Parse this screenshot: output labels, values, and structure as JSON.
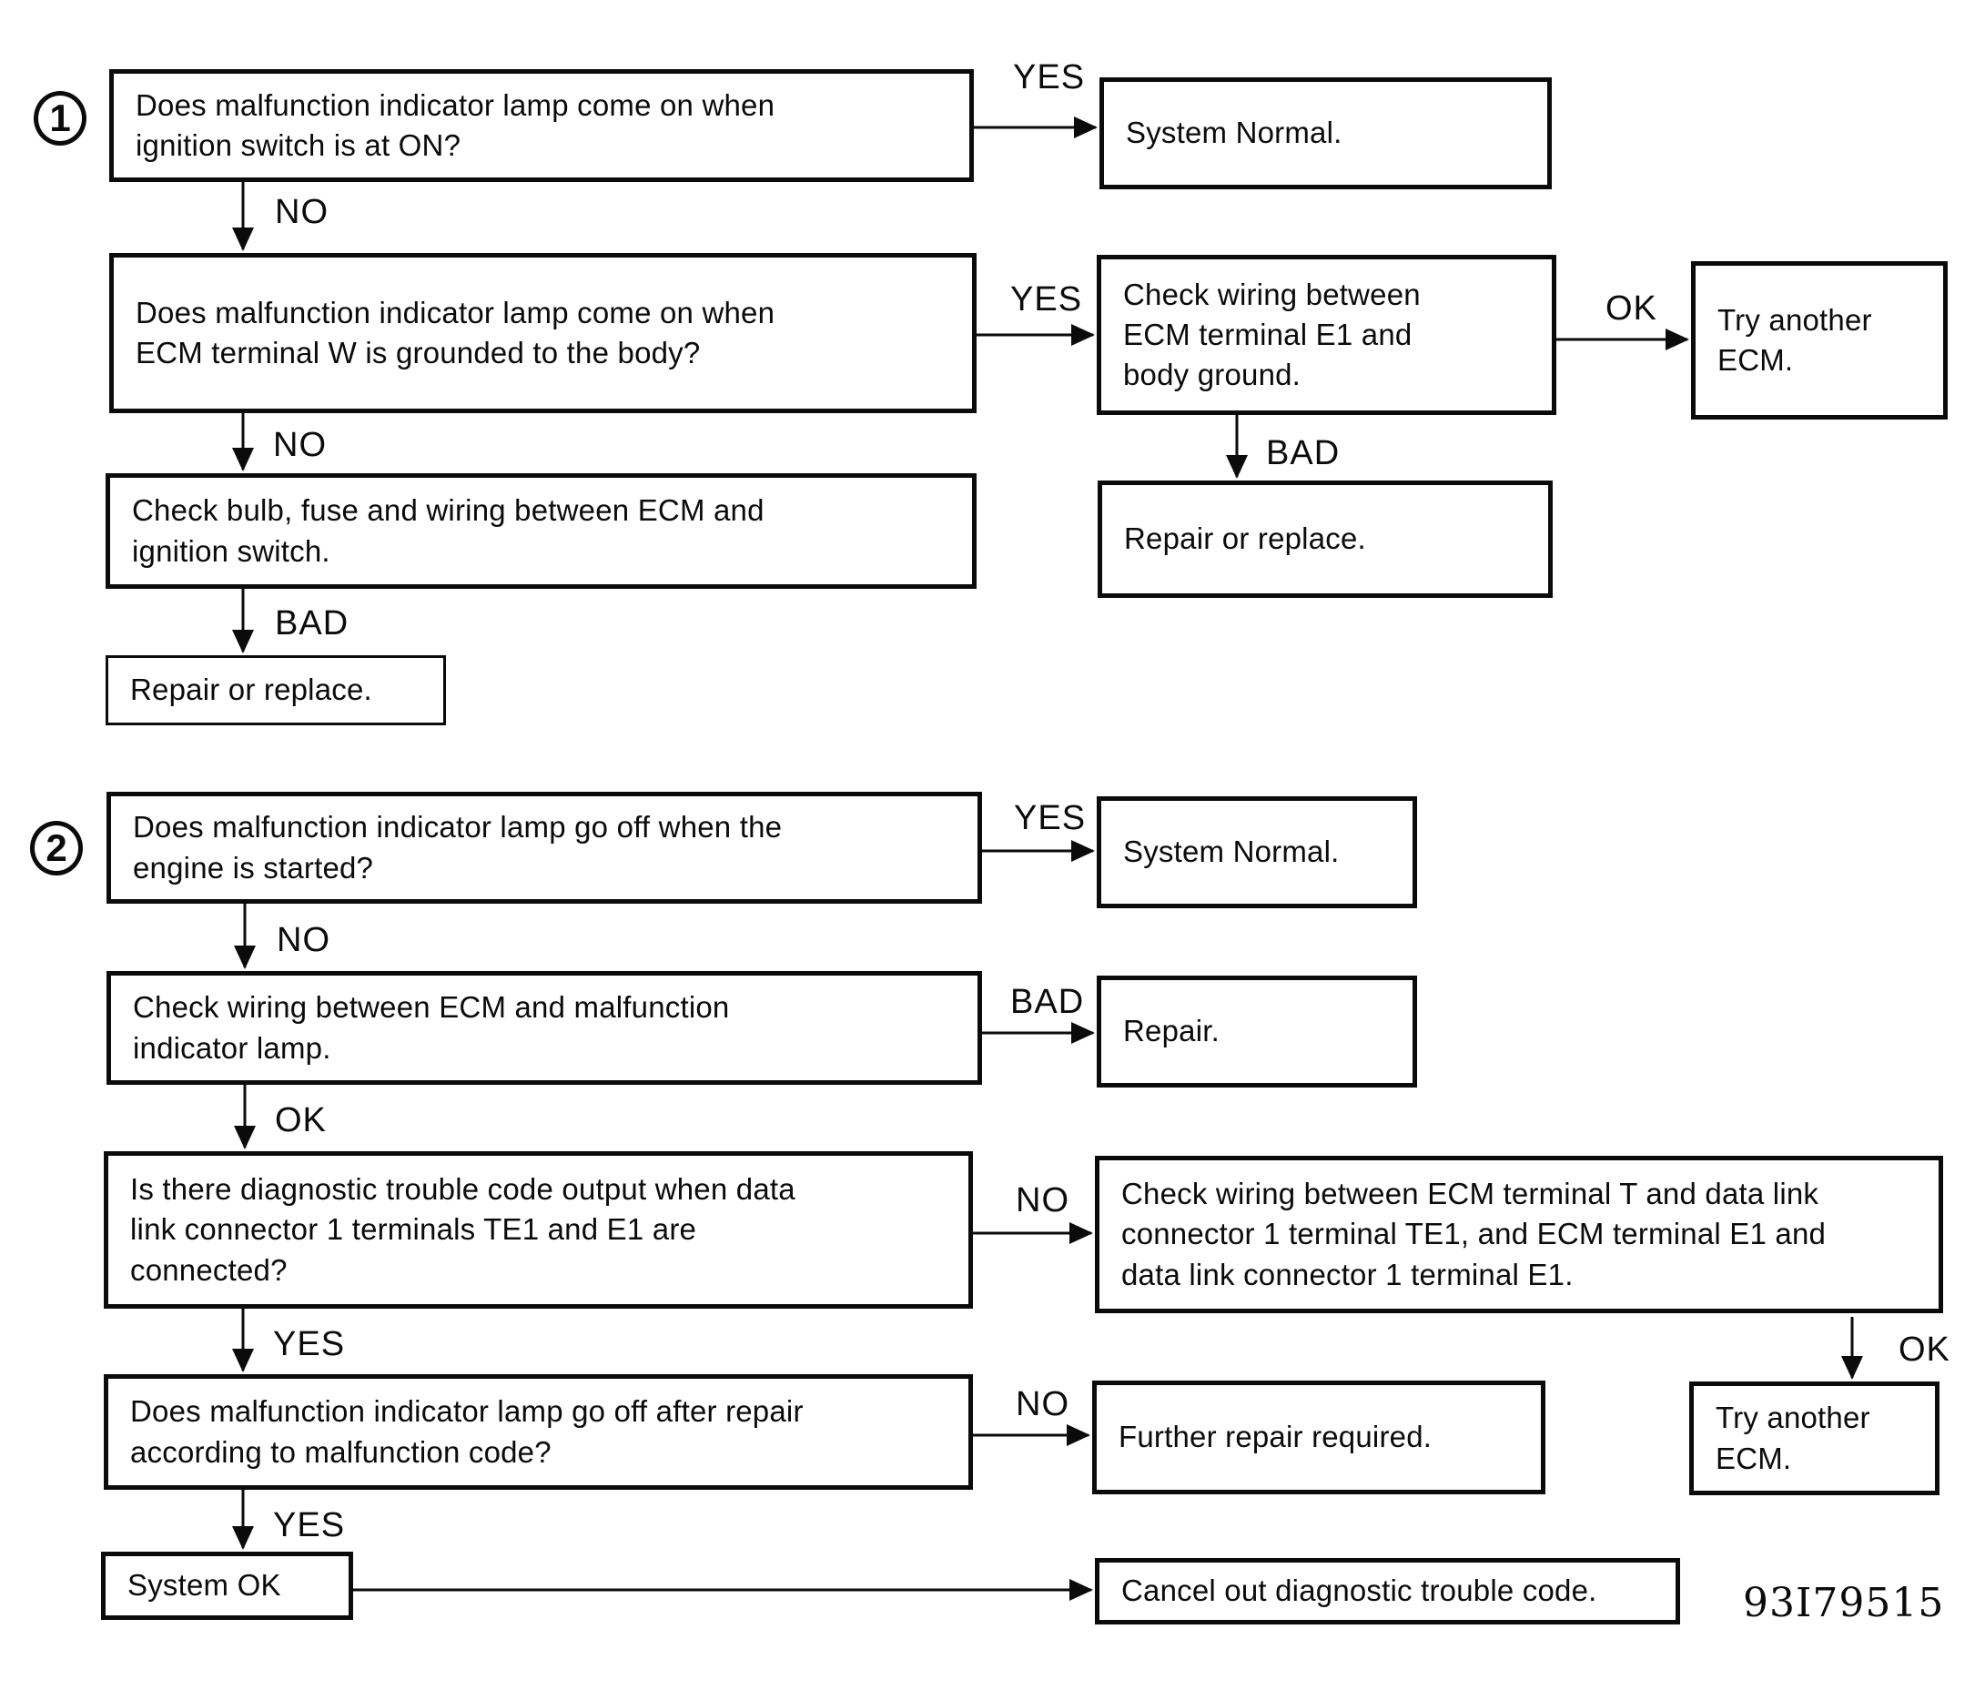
{
  "diagram": {
    "colors": {
      "ink": "#0b0b0b",
      "paper": "#ffffff"
    },
    "labels": {
      "yes": "YES",
      "no": "NO",
      "bad": "BAD",
      "ok": "OK"
    },
    "figure_code": "93I79515",
    "section1": {
      "step_number": "1",
      "q_lamp_on_ignition": "Does malfunction indicator lamp come on when\nignition switch is at ON?",
      "system_normal": "System Normal.",
      "q_lamp_on_grounded": "Does malfunction indicator lamp come on when\nECM terminal W is grounded to the body?",
      "check_wiring_e1_body": "Check wiring between\nECM terminal E1 and\nbody ground.",
      "try_another_ecm": "Try another\nECM.",
      "repair_or_replace_right": "Repair or replace.",
      "check_bulb_fuse": "Check bulb, fuse and wiring between ECM and\nignition switch.",
      "repair_or_replace_left": "Repair or replace."
    },
    "section2": {
      "step_number": "2",
      "q_lamp_off_engine": "Does malfunction indicator lamp go off when the\nengine is started?",
      "system_normal": "System Normal.",
      "check_wiring_mil": "Check wiring between ECM and malfunction\nindicator lamp.",
      "repair": "Repair.",
      "q_dtc_output": "Is there diagnostic trouble code output when data\nlink connector 1 terminals TE1 and E1 are\nconnected?",
      "check_wiring_tdl": "Check wiring between ECM terminal T and data link\nconnector 1 terminal TE1, and ECM terminal E1 and\ndata link connector 1 terminal E1.",
      "try_another_ecm": "Try another\nECM.",
      "q_lamp_off_after_repair": "Does malfunction indicator lamp go off after repair\naccording to malfunction code?",
      "further_repair_required": "Further repair required.",
      "system_ok": "System OK",
      "cancel_dtc": "Cancel out diagnostic trouble code."
    }
  }
}
